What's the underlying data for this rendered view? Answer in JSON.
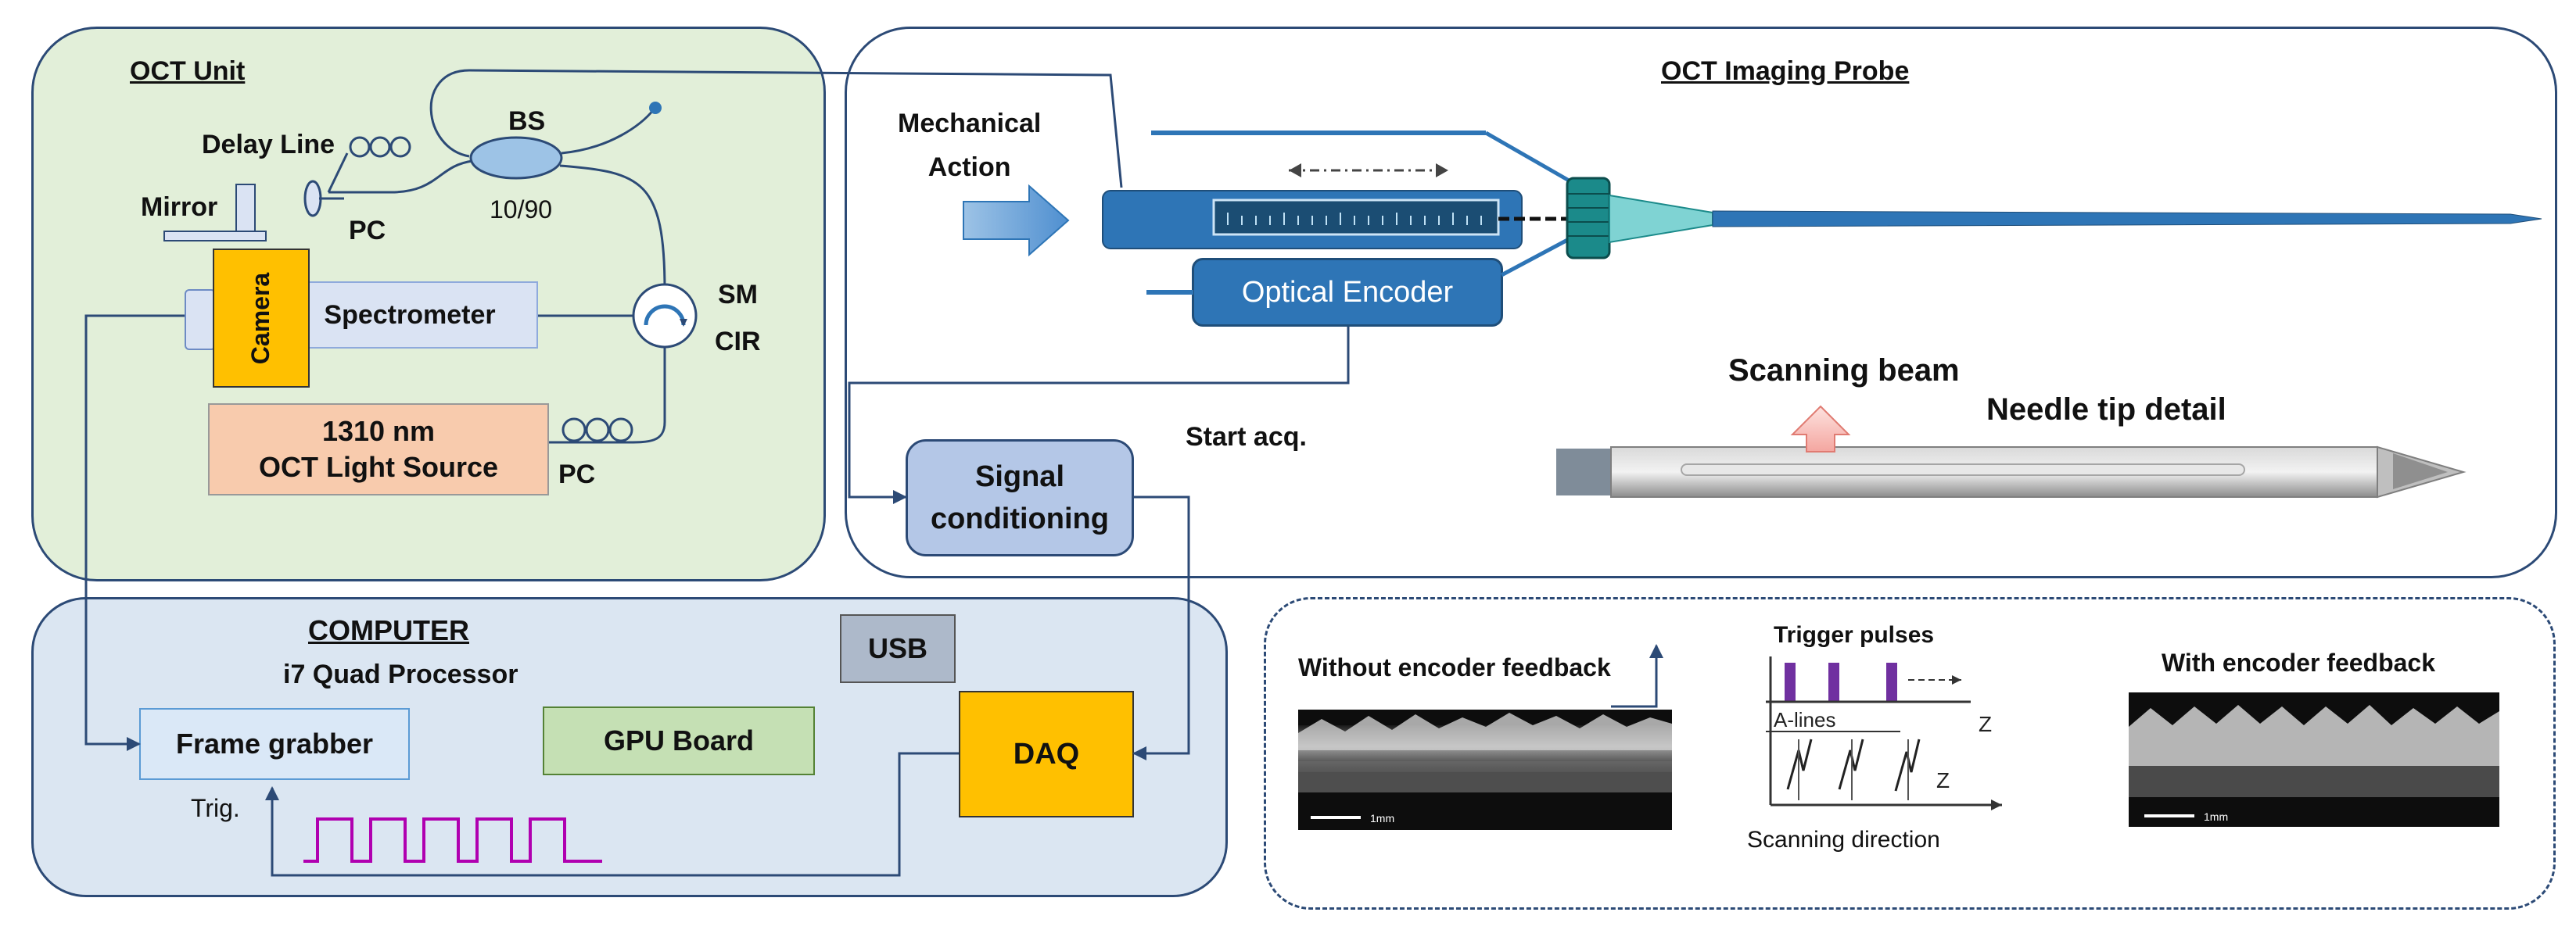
{
  "oct_unit": {
    "title": "OCT Unit",
    "delay_line": "Delay Line",
    "bs": "BS",
    "ratio": "10/90",
    "mirror": "Mirror",
    "pc_top": "PC",
    "camera": "Camera",
    "spectrometer": "Spectrometer",
    "sm": "SM",
    "cir": "CIR",
    "source_line1": "1310 nm",
    "source_line2": "OCT Light Source",
    "pc_bottom": "PC"
  },
  "probe": {
    "title": "OCT Imaging Probe",
    "mechanical_line1": "Mechanical",
    "mechanical_line2": "Action",
    "encoder": "Optical Encoder",
    "start_acq": "Start acq.",
    "scanning_beam": "Scanning beam",
    "needle_tip": "Needle tip detail"
  },
  "signal": {
    "line1": "Signal",
    "line2": "conditioning"
  },
  "computer": {
    "title": "COMPUTER",
    "processor": "i7 Quad Processor",
    "usb": "USB",
    "frame_grabber": "Frame grabber",
    "gpu": "GPU Board",
    "daq": "DAQ",
    "trig": "Trig."
  },
  "inset": {
    "without": "Without encoder feedback",
    "with": "With encoder feedback",
    "trigger": "Trigger pulses",
    "alines": "A-lines",
    "z1": "Z",
    "z2": "Z",
    "scan_dir": "Scanning direction",
    "scalebar1": "1mm",
    "scalebar2": "1mm"
  },
  "colors": {
    "oct_bg": "#e2efd9",
    "probe_bg": "#ffffff",
    "computer_bg": "#dbe6f2",
    "camera": "#ffc000",
    "daq": "#ffc000",
    "spectrometer": "#dae3f3",
    "source": "#f8cbad",
    "usb": "#adb9ca",
    "gpu": "#c5e0b4",
    "frame_grabber": "#dae8f7",
    "signal": "#b4c7e7",
    "encoder": "#2e75b6",
    "trigger": "#b000b0"
  }
}
